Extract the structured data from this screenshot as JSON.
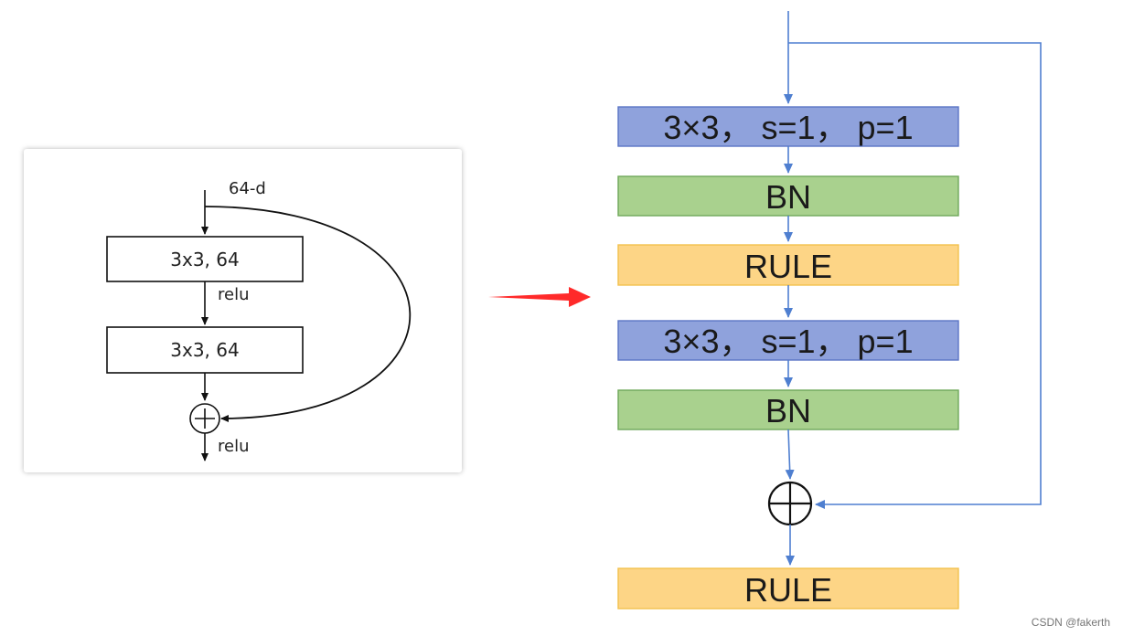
{
  "left_diagram": {
    "input_label": "64-d",
    "layer1": "3x3, 64",
    "activation1": "relu",
    "layer2": "3x3, 64",
    "activation2": "relu"
  },
  "right_diagram": {
    "boxes": [
      {
        "label": "3×3， s=1， p=1",
        "kind": "conv"
      },
      {
        "label": "BN",
        "kind": "bn"
      },
      {
        "label": "RULE",
        "kind": "act"
      },
      {
        "label": "3×3， s=1， p=1",
        "kind": "conv"
      },
      {
        "label": "BN",
        "kind": "bn"
      },
      {
        "label": "RULE",
        "kind": "act"
      }
    ]
  },
  "colors": {
    "conv_fill": "#8fa2dc",
    "conv_border": "#5b75c6",
    "bn_fill": "#a9d18e",
    "bn_border": "#6fa95a",
    "act_fill": "#fdd586",
    "act_border": "#f2c14e",
    "connector_blue": "#4f7fd0",
    "arrow_red": "#ff2a2a"
  },
  "watermark": "CSDN @fakerth"
}
